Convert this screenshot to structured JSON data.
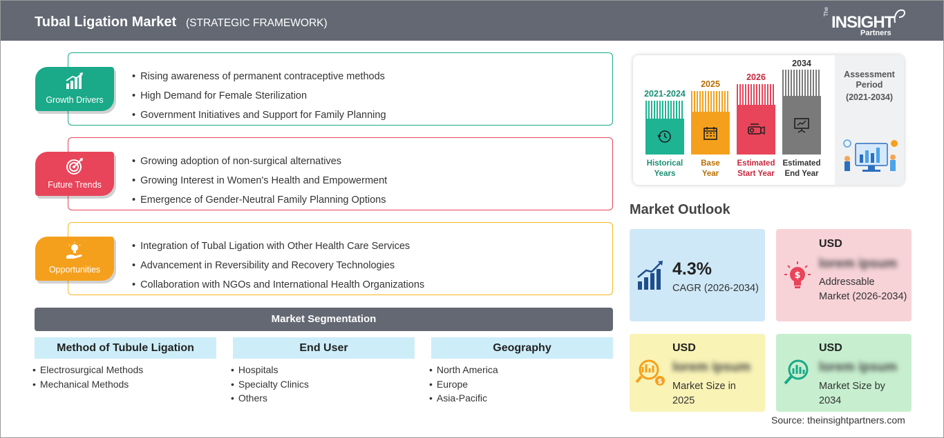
{
  "header": {
    "title": "Tubal Ligation Market",
    "subtitle": "(STRATEGIC FRAMEWORK)",
    "logo": {
      "the": "The",
      "main": "INSIGHT",
      "partners": "Partners"
    }
  },
  "framework": {
    "growth": {
      "label": "Growth Drivers",
      "icon": "bar-chart-growth-icon",
      "color": "#1aa989",
      "items": [
        "Rising awareness of permanent contraceptive methods",
        "High Demand for Female Sterilization",
        "Government Initiatives and Support for Family Planning"
      ]
    },
    "trends": {
      "label": "Future Trends",
      "icon": "target-icon",
      "color": "#e8445a",
      "items": [
        "Growing adoption of non-surgical alternatives",
        "Growing Interest in Women's Health and Empowerment",
        "Emergence of Gender-Neutral Family Planning Options"
      ]
    },
    "opportunities": {
      "label": "Opportunities",
      "icon": "lightbulb-hand-icon",
      "color": "#f5a01c",
      "items": [
        "Integration of Tubal Ligation with Other Health Care Services",
        "Advancement in Reversibility and Recovery Technologies",
        "Collaboration with NGOs and International Health Organizations"
      ]
    }
  },
  "segmentation": {
    "title": "Market Segmentation",
    "columns": [
      {
        "heading": "Method of Tubule Ligation",
        "items": [
          "Electrosurgical Methods",
          "Mechanical Methods"
        ]
      },
      {
        "heading": "End User",
        "items": [
          "Hospitals",
          "Specialty Clinics",
          "Others"
        ]
      },
      {
        "heading": "Geography",
        "items": [
          "North America",
          "Europe",
          "Asia-Pacific"
        ]
      }
    ]
  },
  "assessment": {
    "title": "Assessment Period",
    "period": "(2021-2034)",
    "columns": [
      {
        "year": "2021-2024",
        "caption_line1": "Historical",
        "caption_line2": "Years",
        "color": "#1db393",
        "year_color": "#1a8f74",
        "icon": "history-icon"
      },
      {
        "year": "2025",
        "caption_line1": "Base",
        "caption_line2": "Year",
        "color": "#f5a01c",
        "year_color": "#b86e00",
        "icon": "calendar-icon"
      },
      {
        "year": "2026",
        "caption_line1": "Estimated",
        "caption_line2": "Start Year",
        "color": "#e8445a",
        "year_color": "#c8283e",
        "icon": "projector-icon"
      },
      {
        "year": "2034",
        "caption_line1": "Estimated",
        "caption_line2": "End Year",
        "color": "#7a7a7a",
        "year_color": "#333333",
        "icon": "presentation-icon"
      }
    ]
  },
  "outlook": {
    "title": "Market Outlook",
    "cagr": {
      "value": "4.3%",
      "label": "CAGR (2026-2034)",
      "icon": "growth-chart-icon"
    },
    "addressable": {
      "usd": "USD",
      "value": "lorem ipsum",
      "label": "Addressable Market (2026-2034)",
      "icon": "dollar-bulb-icon"
    },
    "size2025": {
      "usd": "USD",
      "value": "lorem ipsum",
      "label": "Market Size in 2025",
      "icon": "dollar-magnifier-icon"
    },
    "size2034": {
      "usd": "USD",
      "value": "lorem ipsum",
      "label": "Market Size by 2034",
      "icon": "chart-magnifier-icon"
    }
  },
  "source": "Source: theinsightpartners.com"
}
